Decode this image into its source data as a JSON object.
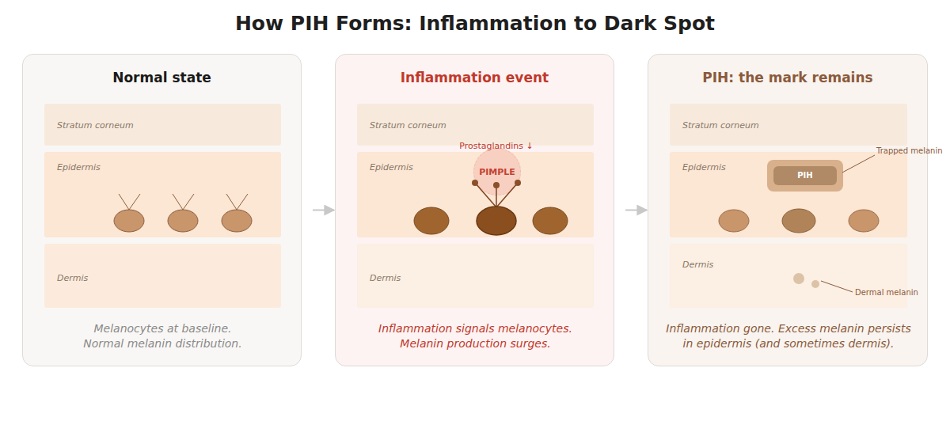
{
  "diagram": {
    "title": "How PIH Forms: Inflammation to Dark Spot",
    "nodes": [
      {
        "text": [
          "Normal state",
          "Melanocytes at baseline. Normal melanin distribution."
        ]
      },
      {
        "text": [
          "Stratum corneum"
        ],
        "in": 0
      },
      {
        "text": [
          "Epidermis"
        ],
        "in": 0
      },
      {
        "text": [
          "Dermis"
        ],
        "in": 0
      },
      {
        "text": [
          "Inflammation event",
          "Inflammation signals melanocytes. Melanin production surges."
        ]
      },
      {
        "text": [
          "Stratum corneum"
        ],
        "in": 4
      },
      {
        "text": [
          "Epidermis"
        ],
        "in": 4
      },
      {
        "text": [
          "PIMPLE"
        ],
        "in": 6
      },
      {
        "text": [
          "Dermis"
        ],
        "in": 4
      },
      {
        "text": [
          "PIH: the mark remains",
          "Inflammation gone. Excess melanin persists in epidermis (and sometimes dermis)."
        ]
      },
      {
        "text": [
          "Stratum corneum"
        ],
        "in": 9
      },
      {
        "text": [
          "Epidermis"
        ],
        "in": 9
      },
      {
        "text": [
          "PIH"
        ],
        "in": 11
      },
      {
        "text": [
          "Dermis"
        ],
        "in": 9
      }
    ],
    "edges": [
      {
        "from": 0,
        "to": 4,
        "arrow": "to"
      },
      {
        "from": 4,
        "to": 9,
        "arrow": "to"
      }
    ],
    "labels": [
      "Prostaglandins ↓",
      "Trapped melanin",
      "Dermal melanin"
    ]
  }
}
